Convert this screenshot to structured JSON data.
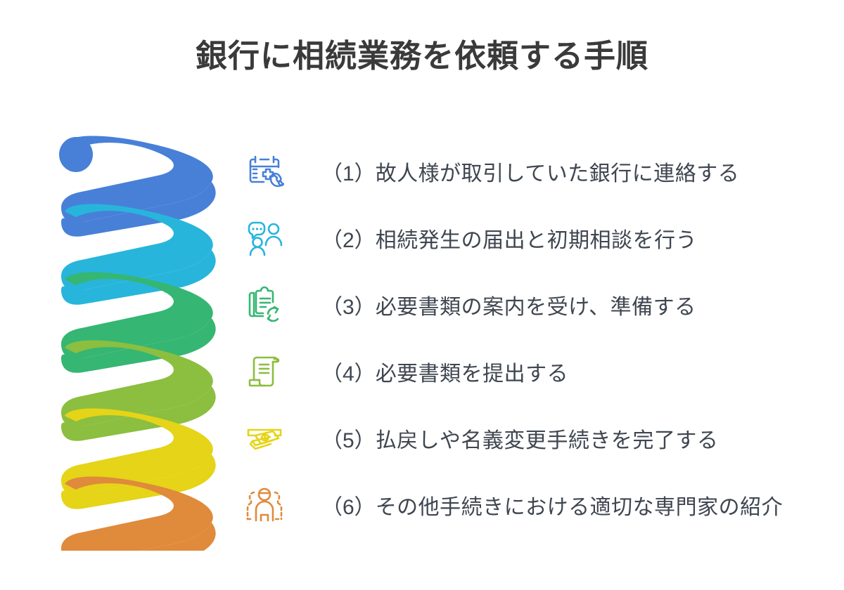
{
  "header": {
    "title": "銀行に相続業務を依頼する手順"
  },
  "colors": {
    "title_text": "#3a3a3a",
    "step_text": "#3f4650",
    "background": "#ffffff",
    "step1": "#4880d8",
    "step2": "#27b5dc",
    "step3": "#35b673",
    "step4": "#8cbe40",
    "step5": "#e5d417",
    "step6": "#e08a3c"
  },
  "spiral": {
    "name": "six-coil-helix",
    "coil_count": 6,
    "coil_colors": [
      "#4880d8",
      "#27b5dc",
      "#35b673",
      "#8cbe40",
      "#e5d417",
      "#e08a3c"
    ]
  },
  "steps": [
    {
      "number": "（1）",
      "text": "故人様が取引していた銀行に連絡する",
      "icon": "calendar-plus-phone-icon",
      "color": "#4880d8"
    },
    {
      "number": "（2）",
      "text": "相続発生の届出と初期相談を行う",
      "icon": "people-speech-bubble-icon",
      "color": "#27b5dc"
    },
    {
      "number": "（3）",
      "text": "必要書類の案内を受け、準備する",
      "icon": "clipboard-refresh-icon",
      "color": "#35b673"
    },
    {
      "number": "（4）",
      "text": "必要書類を提出する",
      "icon": "scroll-document-icon",
      "color": "#8cbe40"
    },
    {
      "number": "（5）",
      "text": "払戻しや名義変更手続きを完了する",
      "icon": "cash-atm-icon",
      "color": "#e5d417"
    },
    {
      "number": "（6）",
      "text": "その他手続きにおける適切な専門家の紹介",
      "icon": "expert-group-icon",
      "color": "#e08a3c"
    }
  ]
}
